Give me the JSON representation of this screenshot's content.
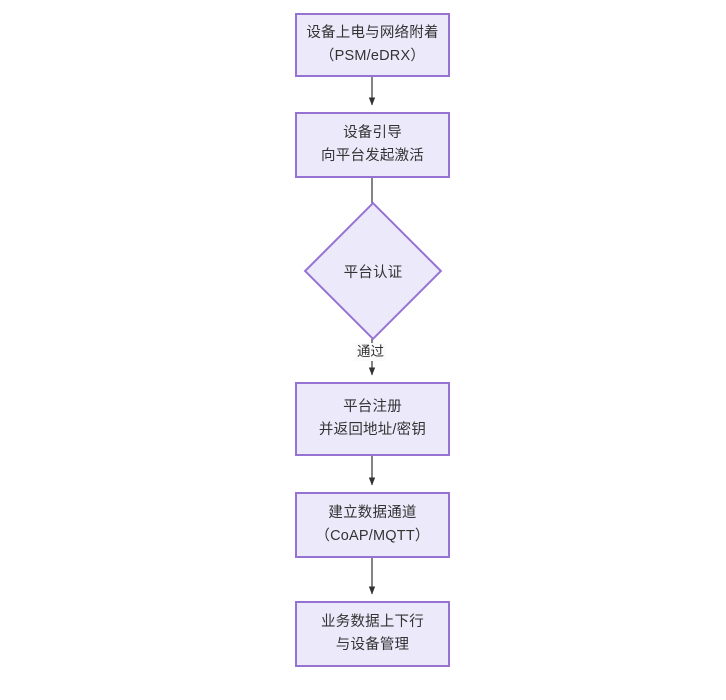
{
  "diagram": {
    "type": "flowchart",
    "orientation": "top-to-bottom",
    "title": "",
    "theme": {
      "node_fill": "#ECEAFA",
      "node_border": "#9673D3",
      "text_color": "#333333",
      "edge_color": "#333333",
      "background": "#FFFFFF"
    },
    "nodes": [
      {
        "id": "n1",
        "shape": "rect",
        "lines": [
          "设备上电与网络附着",
          "（PSM/eDRX）"
        ]
      },
      {
        "id": "n2",
        "shape": "rect",
        "lines": [
          "设备引导",
          "向平台发起激活"
        ]
      },
      {
        "id": "n3",
        "shape": "diamond",
        "lines": [
          "平台认证"
        ]
      },
      {
        "id": "n4",
        "shape": "rect",
        "lines": [
          "平台注册",
          "并返回地址/密钥"
        ]
      },
      {
        "id": "n5",
        "shape": "rect",
        "lines": [
          "建立数据通道",
          "（CoAP/MQTT）"
        ]
      },
      {
        "id": "n6",
        "shape": "rect",
        "lines": [
          "业务数据上下行",
          "与设备管理"
        ]
      }
    ],
    "edges": [
      {
        "from": "n1",
        "to": "n2",
        "label": ""
      },
      {
        "from": "n2",
        "to": "n3",
        "label": ""
      },
      {
        "from": "n3",
        "to": "n4",
        "label": "通过"
      },
      {
        "from": "n4",
        "to": "n5",
        "label": ""
      },
      {
        "from": "n5",
        "to": "n6",
        "label": ""
      }
    ]
  }
}
